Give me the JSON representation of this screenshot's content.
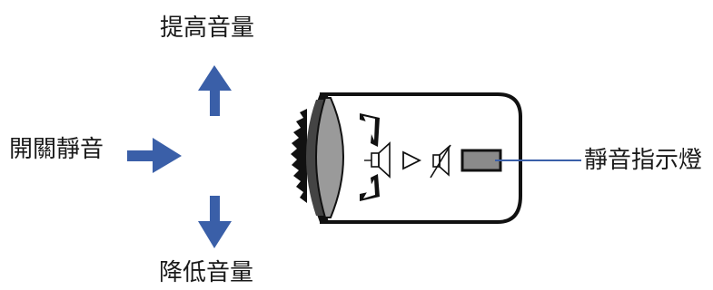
{
  "labels": {
    "volume_up": "提高音量",
    "volume_down": "降低音量",
    "mute_toggle": "開關靜音",
    "mute_indicator": "靜音指示燈"
  },
  "icons": {
    "arrow_up": "arrow-up-icon",
    "arrow_down": "arrow-down-icon",
    "arrow_right": "arrow-right-icon",
    "speaker": "speaker-icon",
    "play": "play-icon",
    "mute": "mute-icon"
  },
  "colors": {
    "arrow": "#3a5fa8",
    "device_outline": "#111111",
    "indicator_led": "#8a8a8a",
    "wheel_face": "#9a9a9a",
    "connector_line": "#3a5fa8"
  }
}
